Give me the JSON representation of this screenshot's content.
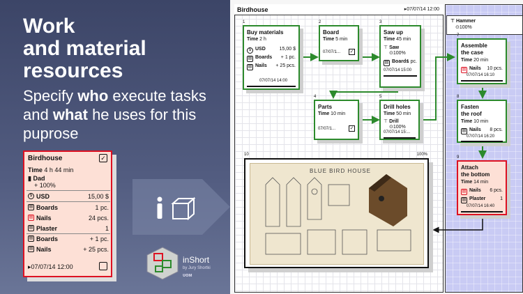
{
  "hero": {
    "title_line1": "Work",
    "title_line2": "and material",
    "title_line3": "resources",
    "sub_p1": "Specify ",
    "sub_b1": "who",
    "sub_p2": " execute tasks and ",
    "sub_b2": "what",
    "sub_p3": " he uses for this puprose"
  },
  "card": {
    "title": "Birdhouse",
    "time_label": "Time",
    "time_value": "4 h 44 min",
    "person": "Dad",
    "person_pct": "+ 100%",
    "rows": [
      {
        "k": "USD",
        "v": "15,00 $"
      },
      {
        "k": "Boards",
        "v": "1 pc."
      },
      {
        "k": "Nails",
        "v": "24 pcs."
      },
      {
        "k": "Plaster",
        "v": "1"
      },
      {
        "k": "Boards",
        "v": "+ 1 pc."
      },
      {
        "k": "Nails",
        "v": "+ 25 pcs."
      }
    ],
    "date": "07/07/14 12:00"
  },
  "app": {
    "name": "inShort",
    "by": "by Jury Shortki",
    "mark": "ᴜᴏᴍ"
  },
  "window": {
    "title": "Birdhouse",
    "date": "07/07/14 12:00"
  },
  "hammer": {
    "name": "Hammer",
    "pct": "100%"
  },
  "nodes": {
    "n1": {
      "num": "1",
      "title": "Buy materials",
      "time_l": "Time",
      "time": "2 h",
      "r1k": "USD",
      "r1v": "15,00 $",
      "r2k": "Boards",
      "r2v": "+ 1 pc.",
      "r3k": "Nails",
      "r3v": "+ 25 pcs.",
      "date": "07/07/14 14:00"
    },
    "n2": {
      "num": "2",
      "title": "Board",
      "time_l": "Time",
      "time": "5 min",
      "date": "07/07/1..."
    },
    "n3": {
      "num": "3",
      "title": "Saw up",
      "time_l": "Time",
      "time": "45 min",
      "res": "Saw",
      "pct": "100%",
      "r1k": "Boards",
      "r1v": "1 pc.",
      "date": "07/07/14 15:00"
    },
    "n4": {
      "num": "4",
      "title": "Parts",
      "time_l": "Time",
      "time": "10 min",
      "date": "07/07/1..."
    },
    "n5": {
      "num": "5",
      "title": "Drill holes",
      "time_l": "Time",
      "time": "50 min",
      "res": "Drill",
      "pct": "100%",
      "date": "07/07/14 15:..."
    },
    "n7": {
      "num": "7",
      "title1": "Assemble",
      "title2": "the case",
      "time_l": "Time",
      "time": "20 min",
      "r1k": "Nails",
      "r1v": "10 pcs.",
      "date": "07/07/14 16:10"
    },
    "n8": {
      "num": "8",
      "title1": "Fasten",
      "title2": "the roof",
      "time_l": "Time",
      "time": "10 min",
      "r1k": "Nails",
      "r1v": "8 pcs.",
      "date": "07/07/14 16:20"
    },
    "n9": {
      "num": "9",
      "title1": "Attach",
      "title2": "the bottom",
      "time_l": "Time",
      "time": "14 min",
      "r1k": "Nails",
      "r1v": "6 pcs.",
      "r2k": "Plaster",
      "r2v": "1",
      "date": "07/07/14 16:40"
    },
    "n10": {
      "num": "10",
      "pct": "100%",
      "pic_title": "BLUE BIRD HOUSE"
    }
  }
}
